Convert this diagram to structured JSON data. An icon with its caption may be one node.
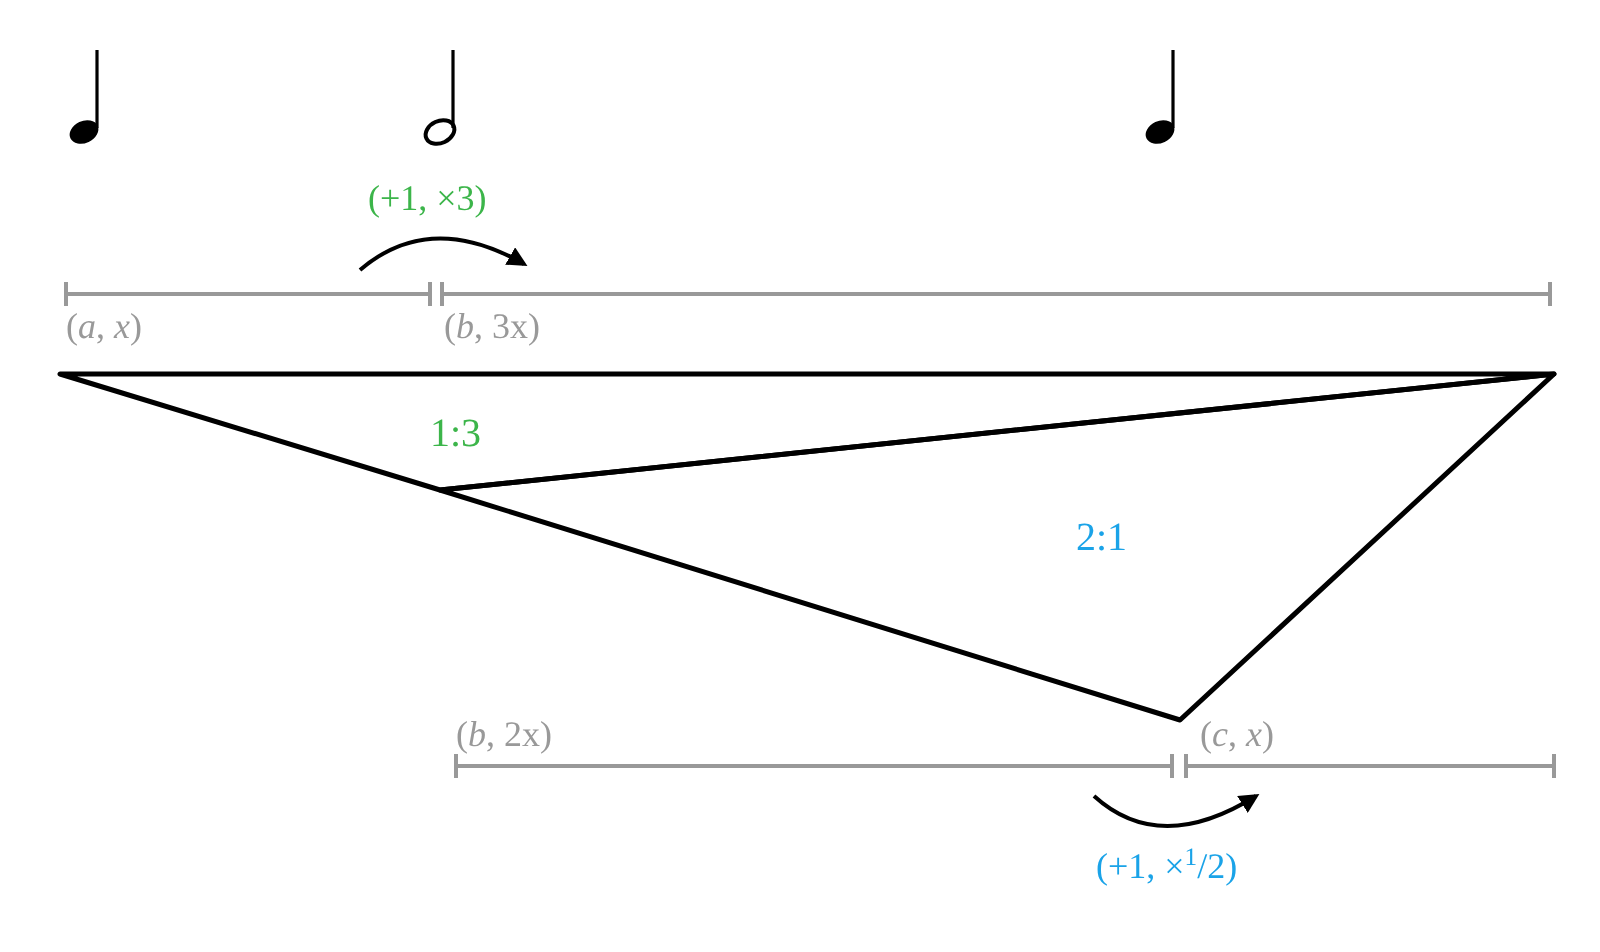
{
  "diagram": {
    "nodes": [
      {
        "text": [
          "1:3"
        ]
      },
      {
        "text": [
          "2:1"
        ]
      }
    ],
    "labels": [
      "(+1, ×3)",
      "(*a*, *x*)",
      "(*b*, 3x)",
      "(*b*, 2x)",
      "(*c*, *x*)",
      "(+1, ×$^{1}$/2)"
    ]
  }
}
